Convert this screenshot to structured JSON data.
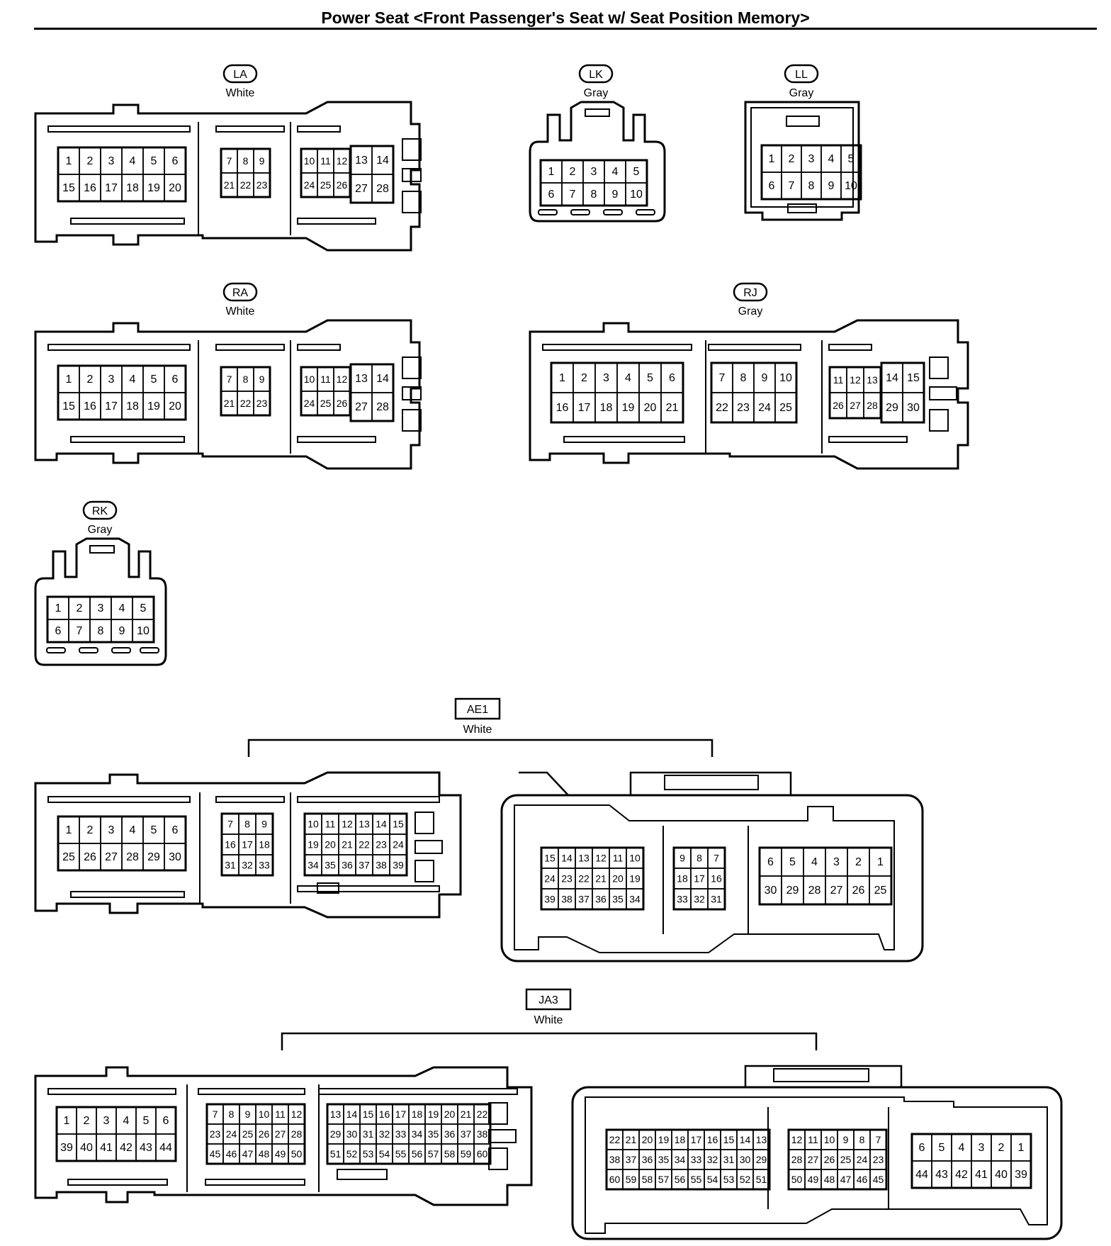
{
  "title": "Power Seat <Front Passenger's Seat w/ Seat Position Memory>",
  "connectors": {
    "LA": {
      "id": "LA",
      "color": "White",
      "blocks": [
        {
          "rows": [
            [
              "1",
              "2",
              "3",
              "4",
              "5",
              "6"
            ],
            [
              "15",
              "16",
              "17",
              "18",
              "19",
              "20"
            ]
          ]
        },
        {
          "rows": [
            [
              "7",
              "8",
              "9"
            ],
            [
              "21",
              "22",
              "23"
            ]
          ]
        },
        {
          "rows": [
            [
              "10",
              "11",
              "12"
            ],
            [
              "24",
              "25",
              "26"
            ]
          ]
        },
        {
          "rows": [
            [
              "13",
              "14"
            ],
            [
              "27",
              "28"
            ]
          ]
        }
      ]
    },
    "LK": {
      "id": "LK",
      "color": "Gray",
      "blocks": [
        {
          "rows": [
            [
              "1",
              "2",
              "3",
              "4",
              "5"
            ],
            [
              "6",
              "7",
              "8",
              "9",
              "10"
            ]
          ]
        }
      ]
    },
    "LL": {
      "id": "LL",
      "color": "Gray",
      "blocks": [
        {
          "rows": [
            [
              "1",
              "2",
              "3",
              "4",
              "5"
            ],
            [
              "6",
              "7",
              "8",
              "9",
              "10"
            ]
          ]
        }
      ]
    },
    "RA": {
      "id": "RA",
      "color": "White",
      "blocks": [
        {
          "rows": [
            [
              "1",
              "2",
              "3",
              "4",
              "5",
              "6"
            ],
            [
              "15",
              "16",
              "17",
              "18",
              "19",
              "20"
            ]
          ]
        },
        {
          "rows": [
            [
              "7",
              "8",
              "9"
            ],
            [
              "21",
              "22",
              "23"
            ]
          ]
        },
        {
          "rows": [
            [
              "10",
              "11",
              "12"
            ],
            [
              "24",
              "25",
              "26"
            ]
          ]
        },
        {
          "rows": [
            [
              "13",
              "14"
            ],
            [
              "27",
              "28"
            ]
          ]
        }
      ]
    },
    "RJ": {
      "id": "RJ",
      "color": "Gray",
      "blocks": [
        {
          "rows": [
            [
              "1",
              "2",
              "3",
              "4",
              "5",
              "6"
            ],
            [
              "16",
              "17",
              "18",
              "19",
              "20",
              "21"
            ]
          ]
        },
        {
          "rows": [
            [
              "7",
              "8",
              "9",
              "10"
            ],
            [
              "22",
              "23",
              "24",
              "25"
            ]
          ]
        },
        {
          "rows": [
            [
              "11",
              "12",
              "13"
            ],
            [
              "26",
              "27",
              "28"
            ]
          ]
        },
        {
          "rows": [
            [
              "14",
              "15"
            ],
            [
              "29",
              "30"
            ]
          ]
        }
      ]
    },
    "RK": {
      "id": "RK",
      "color": "Gray",
      "blocks": [
        {
          "rows": [
            [
              "1",
              "2",
              "3",
              "4",
              "5"
            ],
            [
              "6",
              "7",
              "8",
              "9",
              "10"
            ]
          ]
        }
      ]
    },
    "AE1": {
      "id": "AE1",
      "color": "White",
      "male_blocks": [
        {
          "rows": [
            [
              "1",
              "2",
              "3",
              "4",
              "5",
              "6"
            ],
            [
              "25",
              "26",
              "27",
              "28",
              "29",
              "30"
            ]
          ]
        },
        {
          "rows": [
            [
              "7",
              "8",
              "9"
            ],
            [
              "16",
              "17",
              "18"
            ],
            [
              "31",
              "32",
              "33"
            ]
          ]
        },
        {
          "rows": [
            [
              "10",
              "11",
              "12",
              "13",
              "14",
              "15"
            ],
            [
              "19",
              "20",
              "21",
              "22",
              "23",
              "24"
            ],
            [
              "34",
              "35",
              "36",
              "37",
              "38",
              "39"
            ]
          ]
        }
      ],
      "female_blocks": [
        {
          "rows": [
            [
              "15",
              "14",
              "13",
              "12",
              "11",
              "10"
            ],
            [
              "24",
              "23",
              "22",
              "21",
              "20",
              "19"
            ],
            [
              "39",
              "38",
              "37",
              "36",
              "35",
              "34"
            ]
          ]
        },
        {
          "rows": [
            [
              "9",
              "8",
              "7"
            ],
            [
              "18",
              "17",
              "16"
            ],
            [
              "33",
              "32",
              "31"
            ]
          ]
        },
        {
          "rows": [
            [
              "6",
              "5",
              "4",
              "3",
              "2",
              "1"
            ],
            [
              "30",
              "29",
              "28",
              "27",
              "26",
              "25"
            ]
          ]
        }
      ]
    },
    "JA3": {
      "id": "JA3",
      "color": "White",
      "male_blocks": [
        {
          "rows": [
            [
              "1",
              "2",
              "3",
              "4",
              "5",
              "6"
            ],
            [
              "39",
              "40",
              "41",
              "42",
              "43",
              "44"
            ]
          ]
        },
        {
          "rows": [
            [
              "7",
              "8",
              "9",
              "10",
              "11",
              "12"
            ],
            [
              "23",
              "24",
              "25",
              "26",
              "27",
              "28"
            ],
            [
              "45",
              "46",
              "47",
              "48",
              "49",
              "50"
            ]
          ]
        },
        {
          "rows": [
            [
              "13",
              "14",
              "15",
              "16",
              "17",
              "18",
              "19",
              "20",
              "21",
              "22"
            ],
            [
              "29",
              "30",
              "31",
              "32",
              "33",
              "34",
              "35",
              "36",
              "37",
              "38"
            ],
            [
              "51",
              "52",
              "53",
              "54",
              "55",
              "56",
              "57",
              "58",
              "59",
              "60"
            ]
          ]
        }
      ],
      "female_blocks": [
        {
          "rows": [
            [
              "22",
              "21",
              "20",
              "19",
              "18",
              "17",
              "16",
              "15",
              "14",
              "13"
            ],
            [
              "38",
              "37",
              "36",
              "35",
              "34",
              "33",
              "32",
              "31",
              "30",
              "29"
            ],
            [
              "60",
              "59",
              "58",
              "57",
              "56",
              "55",
              "54",
              "53",
              "52",
              "51"
            ]
          ]
        },
        {
          "rows": [
            [
              "12",
              "11",
              "10",
              "9",
              "8",
              "7"
            ],
            [
              "28",
              "27",
              "26",
              "25",
              "24",
              "23"
            ],
            [
              "50",
              "49",
              "48",
              "47",
              "46",
              "45"
            ]
          ]
        },
        {
          "rows": [
            [
              "6",
              "5",
              "4",
              "3",
              "2",
              "1"
            ],
            [
              "44",
              "43",
              "42",
              "41",
              "40",
              "39"
            ]
          ]
        }
      ]
    }
  }
}
